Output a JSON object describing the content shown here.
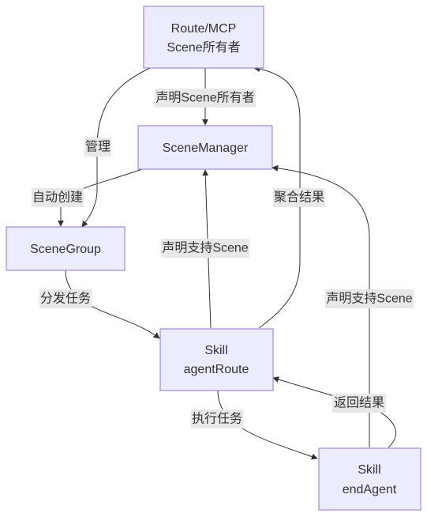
{
  "nodes": {
    "route_mcp": {
      "line1": "Route/MCP",
      "line2": "Scene所有者"
    },
    "scene_manager": {
      "line1": "SceneManager"
    },
    "scene_group": {
      "line1": "SceneGroup"
    },
    "skill_agent_route": {
      "line1": "Skill",
      "line2": "agentRoute"
    },
    "skill_end_agent": {
      "line1": "Skill",
      "line2": "endAgent"
    }
  },
  "edges": {
    "route_to_manager": "声明Scene所有者",
    "route_to_group": "管理",
    "manager_to_group": "自动创建",
    "group_to_agent_route": "分发任务",
    "agent_route_to_manager": "声明支持Scene",
    "agent_route_to_route": "聚合结果",
    "end_agent_to_manager": "声明支持Scene",
    "agent_route_to_end_agent": "执行任务",
    "end_agent_to_agent_route": "返回结果"
  }
}
